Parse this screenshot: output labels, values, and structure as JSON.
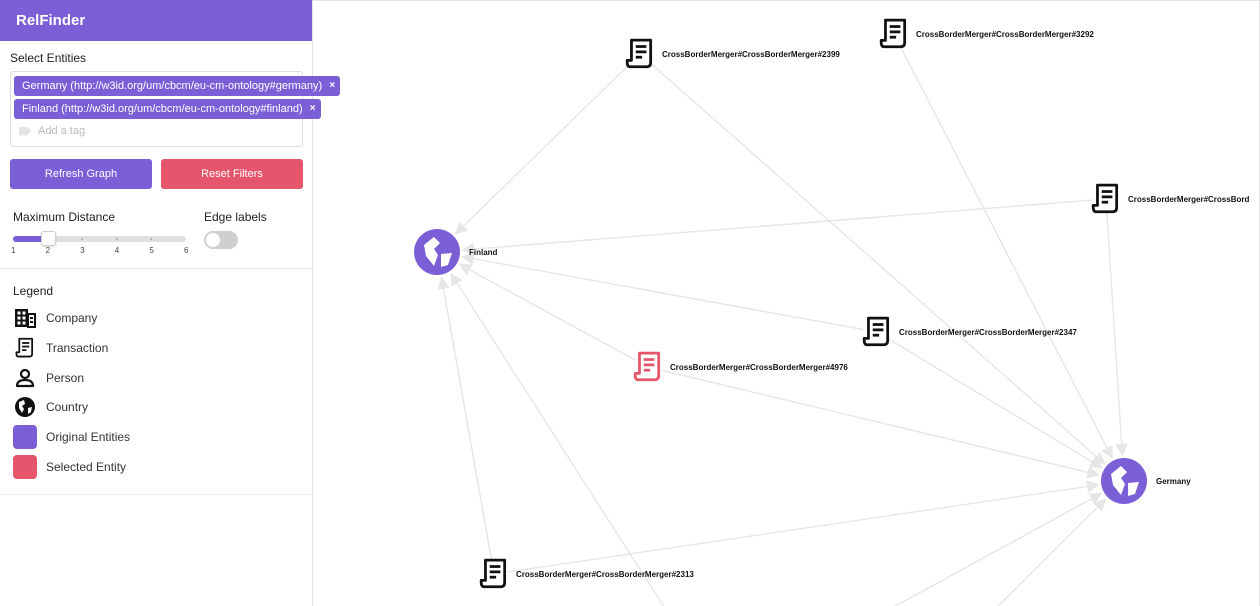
{
  "app": {
    "title": "RelFinder"
  },
  "select": {
    "title": "Select Entities",
    "tags": [
      {
        "label": "Germany (http://w3id.org/um/cbcm/eu-cm-ontology#germany)",
        "remove": "×"
      },
      {
        "label": "Finland (http://w3id.org/um/cbcm/eu-cm-ontology#finland)",
        "remove": "×"
      }
    ],
    "placeholder": "Add a tag"
  },
  "buttons": {
    "refresh": "Refresh Graph",
    "reset": "Reset Filters"
  },
  "controls": {
    "max_distance_label": "Maximum Distance",
    "max_distance_value": 2,
    "ticks": [
      "1",
      "2",
      "3",
      "4",
      "5",
      "6"
    ],
    "edge_labels_label": "Edge labels",
    "edge_labels_on": false
  },
  "legend": {
    "title": "Legend",
    "items": [
      {
        "label": "Company",
        "icon": "building-icon"
      },
      {
        "label": "Transaction",
        "icon": "receipt-icon"
      },
      {
        "label": "Person",
        "icon": "person-icon"
      },
      {
        "label": "Country",
        "icon": "globe-icon"
      },
      {
        "label": "Original Entities",
        "icon": "swatch",
        "color": "#7b5fd6"
      },
      {
        "label": "Selected Entity",
        "icon": "swatch",
        "color": "#e5566c"
      }
    ]
  },
  "colors": {
    "accent": "#7b5fd6",
    "selected": "#e5566c",
    "edge": "#e6e6e6"
  },
  "graph": {
    "nodes": [
      {
        "id": "finland",
        "label": "Finland",
        "type": "country",
        "role": "original"
      },
      {
        "id": "germany",
        "label": "Germany",
        "type": "country",
        "role": "original"
      },
      {
        "id": "m2399",
        "label": "CrossBorderMerger#CrossBorderMerger#2399",
        "type": "transaction"
      },
      {
        "id": "m3292",
        "label": "CrossBorderMerger#CrossBorderMerger#3292",
        "type": "transaction"
      },
      {
        "id": "m_right",
        "label": "CrossBorderMerger#CrossBord",
        "type": "transaction"
      },
      {
        "id": "m2347",
        "label": "CrossBorderMerger#CrossBorderMerger#2347",
        "type": "transaction"
      },
      {
        "id": "m4976",
        "label": "CrossBorderMerger#CrossBorderMerger#4976",
        "type": "transaction",
        "role": "selected"
      },
      {
        "id": "m2313",
        "label": "CrossBorderMerger#CrossBorderMerger#2313",
        "type": "transaction"
      }
    ]
  }
}
